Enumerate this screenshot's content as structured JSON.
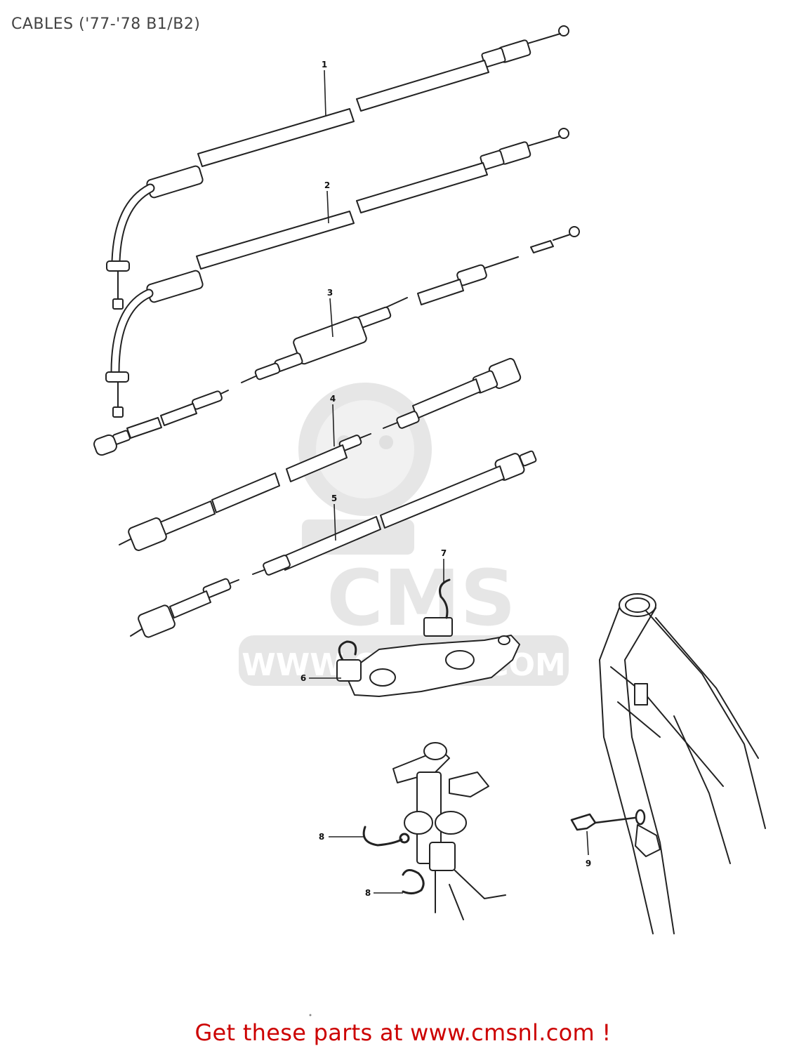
{
  "page": {
    "title": "CABLES ('77-'78 B1/B2)",
    "footer_text": "Get these parts at www.cmsnl.com !"
  },
  "watermark": {
    "brand": "CMS",
    "url": "WWW.CMSNL.COM"
  },
  "callouts": [
    "1",
    "2",
    "3",
    "4",
    "5",
    "6",
    "7",
    "8",
    "8",
    "9"
  ],
  "colors": {
    "line": "#222222",
    "title": "#444444",
    "footer": "#cc0000",
    "watermark": "#e6e6e6"
  }
}
